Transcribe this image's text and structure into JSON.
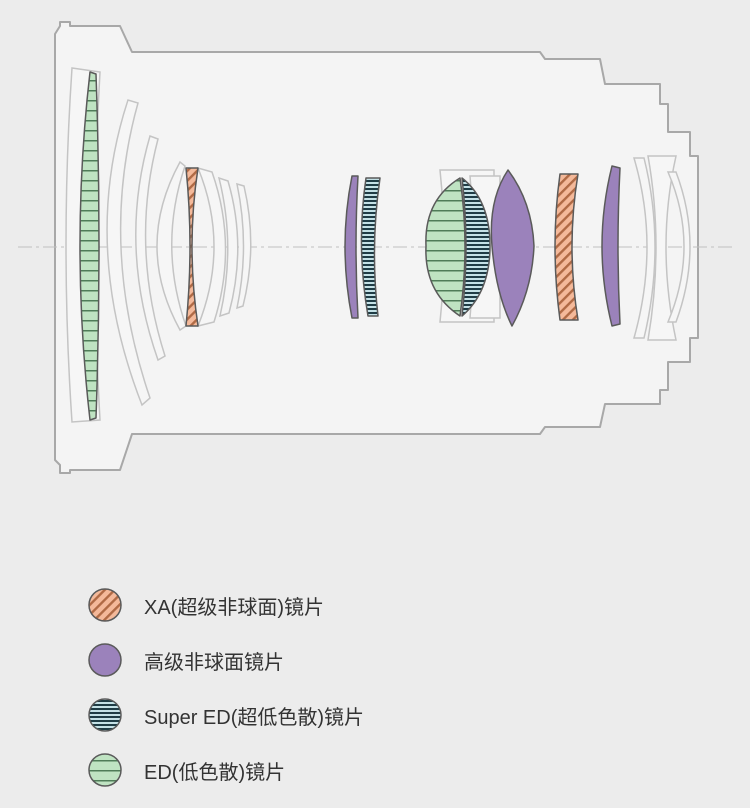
{
  "colors": {
    "background": "#ececec",
    "barrel_fill": "#f4f4f4",
    "barrel_outline": "#a8a8a8",
    "plain_element_outline": "#c4c4c4",
    "axis": "#c0c0c0",
    "xa_fill": "#f4b99a",
    "xa_stripe": "#b06a45",
    "aspherical_fill": "#9b82bb",
    "super_ed_fill": "#c4e1e6",
    "super_ed_stripe": "#1f3c45",
    "ed_fill": "#bfe3c2",
    "ed_stripe": "#4f7c58",
    "element_outline": "#5a5a5a"
  },
  "legend": {
    "items": [
      {
        "key": "xa",
        "icon": "diagonal-hatch-circle",
        "label": "XA(超级非球面)镜片"
      },
      {
        "key": "aspherical",
        "icon": "solid-purple-circle",
        "label": "高级非球面镜片"
      },
      {
        "key": "super_ed",
        "icon": "dense-horizontal-line-circle",
        "label": "Super ED(超低色散)镜片"
      },
      {
        "key": "ed",
        "icon": "horizontal-line-circle",
        "label": "ED(低色散)镜片"
      }
    ]
  }
}
